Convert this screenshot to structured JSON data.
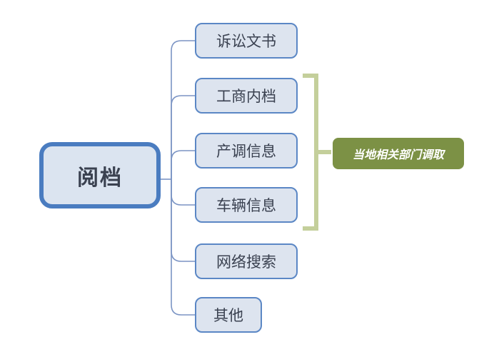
{
  "diagram": {
    "type": "mindmap",
    "root": {
      "label": "阅档"
    },
    "children": [
      {
        "label": "诉讼文书"
      },
      {
        "label": "工商内档"
      },
      {
        "label": "产调信息"
      },
      {
        "label": "车辆信息"
      },
      {
        "label": "网络搜索"
      },
      {
        "label": "其他"
      }
    ],
    "annotation": {
      "label": "当地相关部门调取",
      "applies_to": [
        "工商内档",
        "产调信息",
        "车辆信息"
      ]
    },
    "colors": {
      "root_border": "#4a7cc0",
      "root_fill": "#dbe4f0",
      "child_border": "#5b87c5",
      "child_fill": "#dde4ef",
      "text": "#3a4150",
      "connector": "#7b94c4",
      "bracket": "#c4cf9b",
      "annotation_bg": "#7c9145",
      "annotation_text": "#ffffff"
    }
  }
}
